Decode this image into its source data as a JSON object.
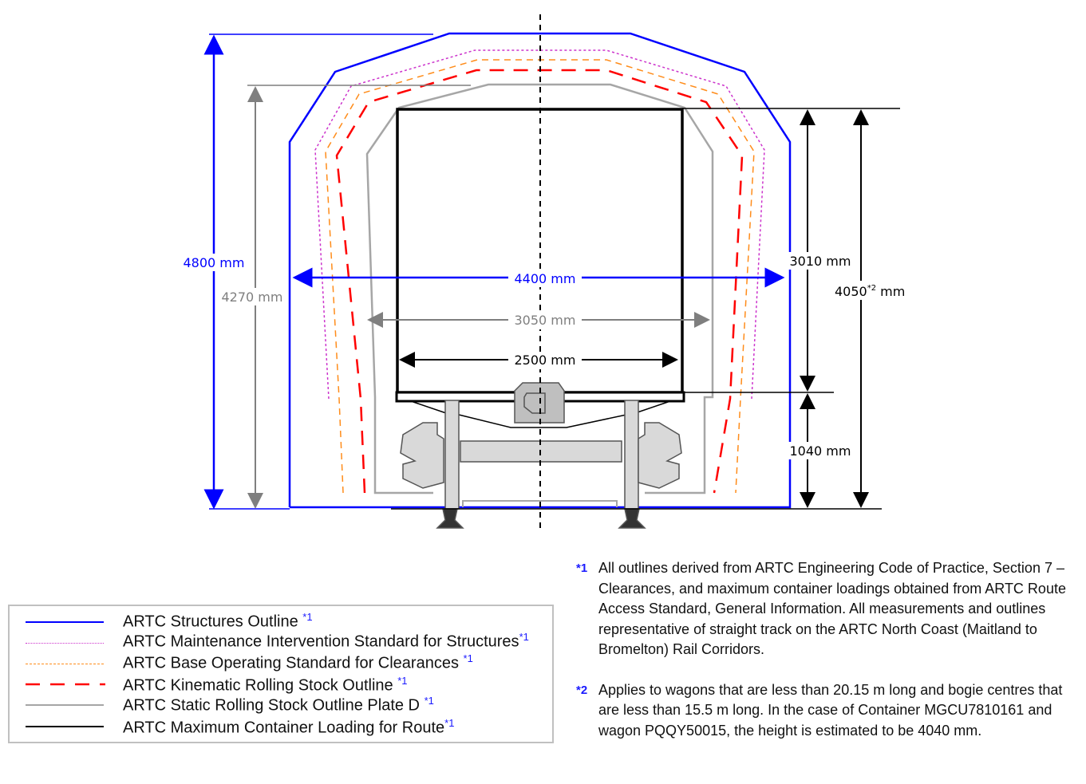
{
  "dimensions": {
    "structures_height": "4800 mm",
    "static_height": "4270 mm",
    "structures_width": "4400 mm",
    "static_width": "3050 mm",
    "container_width": "2500 mm",
    "container_height": "3010 mm",
    "total_height_value": "4050",
    "total_height_sup": "*2",
    "total_height_unit": " mm",
    "deck_height": "1040 mm"
  },
  "legend": [
    {
      "label": "ARTC Structures Outline ",
      "ref": "*1",
      "color": "#0000ff",
      "style": "solid"
    },
    {
      "label": "ARTC Maintenance Intervention Standard for Structures",
      "ref": "*1",
      "color": "#cc33cc",
      "style": "dotted"
    },
    {
      "label": "ARTC Base Operating Standard for Clearances ",
      "ref": "*1",
      "color": "#ff8c1a",
      "style": "dashed"
    },
    {
      "label": "ARTC Kinematic Rolling Stock Outline ",
      "ref": "*1",
      "color": "#ff0000",
      "style": "longdash"
    },
    {
      "label": "ARTC Static Rolling Stock Outline Plate D ",
      "ref": "*1",
      "color": "#a6a6a6",
      "style": "solid"
    },
    {
      "label": "ARTC Maximum Container Loading for Route",
      "ref": "*1",
      "color": "#000000",
      "style": "solid"
    }
  ],
  "notes": [
    {
      "mark": "*1",
      "text": "All outlines derived from ARTC Engineering Code of Practice, Section 7 – Clearances, and maximum container loadings obtained from ARTC Route Access Standard, General Information.  All measurements and outlines representative of straight track on the ARTC North Coast (Maitland to Bromelton) Rail Corridors."
    },
    {
      "mark": "*2",
      "text": "Applies to wagons that are less than 20.15 m long and bogie centres that are less than 15.5 m long.  In the case of Container MGCU7810161 and wagon PQQY50015, the height is estimated to be 4040 mm."
    }
  ]
}
